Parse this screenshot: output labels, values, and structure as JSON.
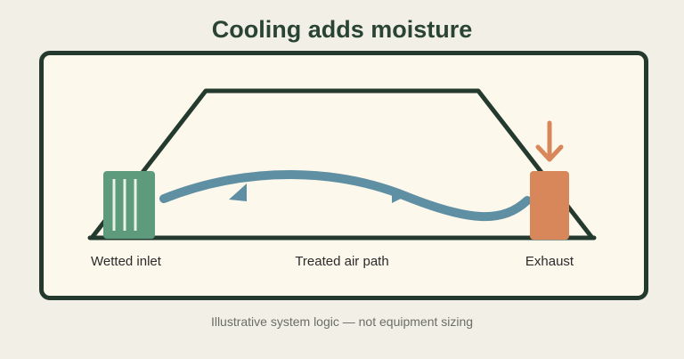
{
  "title": "Cooling adds moisture",
  "labels": {
    "inlet": "Wetted inlet",
    "path": "Treated air path",
    "exhaust": "Exhaust"
  },
  "footnote": "Illustrative system logic — not equipment sizing",
  "colors": {
    "background": "#f2efe6",
    "panel": "#fdf8ec",
    "outline": "#243a2e",
    "inlet": "#5e9b7c",
    "air_path": "#5f8fa3",
    "exhaust": "#d8875a"
  },
  "icons": {
    "inlet": "wetted-pad-icon",
    "exhaust": "down-arrow-icon"
  }
}
